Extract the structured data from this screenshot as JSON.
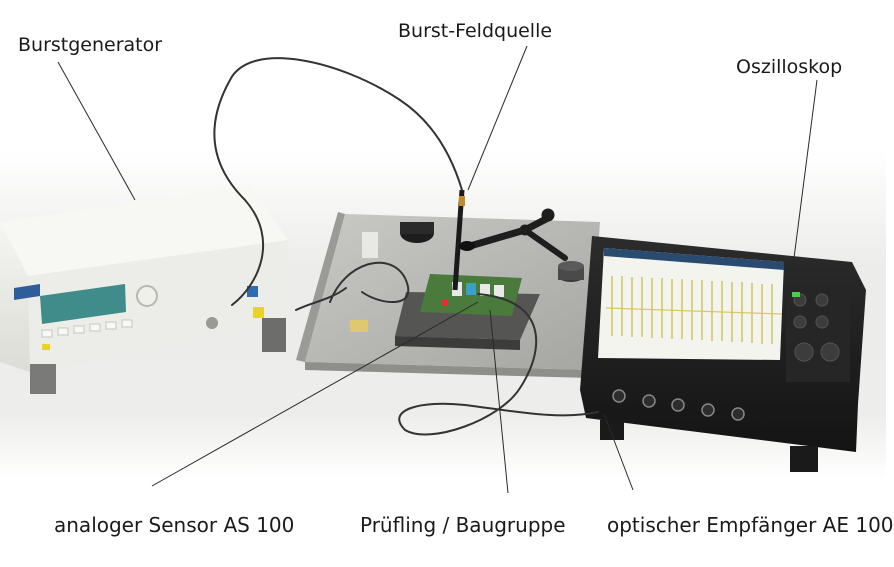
{
  "labels": {
    "burstgenerator": "Burstgenerator",
    "burst_feldquelle": "Burst-Feldquelle",
    "oszilloskop": "Oszilloskop",
    "analoger_sensor": "analoger Sensor AS 100",
    "pruefling": "Prüfling / Baugruppe",
    "optischer_empfaenger": "optischer Empfänger AE 100"
  },
  "colors": {
    "background": "#ffffff",
    "floor_shadow": "#e6e6e6",
    "generator_body": "#f2f2ee",
    "generator_display": "#3f8c8a",
    "plate": "#b5b5b2",
    "pcb": "#4a7a3c",
    "oscilloscope_body": "#1e1e1e",
    "oscilloscope_screen": "#f4f4ee",
    "waveform": "#c9b640",
    "cable": "#333333",
    "leader_line": "#2a2a2a"
  }
}
